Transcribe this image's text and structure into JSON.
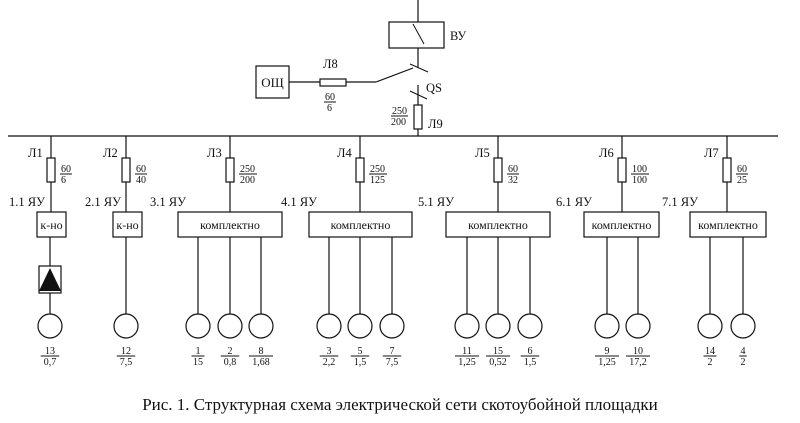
{
  "top": {
    "vu_label": "ВУ",
    "qs_label": "QS",
    "osch_label": "ОЩ",
    "l8_label": "Л8",
    "l8_fuse": {
      "top": "60",
      "bottom": "6"
    },
    "l9_label": "Л9",
    "l9_fuse": {
      "top": "250",
      "bottom": "200"
    }
  },
  "feeders": [
    {
      "line": "Л1",
      "fuse": {
        "top": "60",
        "bottom": "6"
      },
      "panel": "1.1 ЯУ",
      "box": "к-но",
      "loads": [
        {
          "top": "13",
          "bottom": "0,7"
        }
      ]
    },
    {
      "line": "Л2",
      "fuse": {
        "top": "60",
        "bottom": "40"
      },
      "panel": "2.1 ЯУ",
      "box": "к-но",
      "loads": [
        {
          "top": "12",
          "bottom": "7,5"
        }
      ]
    },
    {
      "line": "Л3",
      "fuse": {
        "top": "250",
        "bottom": "200"
      },
      "panel": "3.1 ЯУ",
      "box": "комплектно",
      "loads": [
        {
          "top": "1",
          "bottom": "15"
        },
        {
          "top": "2",
          "bottom": "0,8"
        },
        {
          "top": "8",
          "bottom": "1,68"
        }
      ]
    },
    {
      "line": "Л4",
      "fuse": {
        "top": "250",
        "bottom": "125"
      },
      "panel": "4.1 ЯУ",
      "box": "комплектно",
      "loads": [
        {
          "top": "3",
          "bottom": "2,2"
        },
        {
          "top": "5",
          "bottom": "1,5"
        },
        {
          "top": "7",
          "bottom": "7,5"
        }
      ]
    },
    {
      "line": "Л5",
      "fuse": {
        "top": "60",
        "bottom": "32"
      },
      "panel": "5.1 ЯУ",
      "box": "комплектно",
      "loads": [
        {
          "top": "11",
          "bottom": "1,25"
        },
        {
          "top": "15",
          "bottom": "0,52"
        },
        {
          "top": "6",
          "bottom": "1,5"
        }
      ]
    },
    {
      "line": "Л6",
      "fuse": {
        "top": "100",
        "bottom": "100"
      },
      "panel": "6.1 ЯУ",
      "box": "комплектно",
      "loads": [
        {
          "top": "9",
          "bottom": "1,25"
        },
        {
          "top": "10",
          "bottom": "17,2"
        }
      ]
    },
    {
      "line": "Л7",
      "fuse": {
        "top": "60",
        "bottom": "25"
      },
      "panel": "7.1 ЯУ",
      "box": "комплектно",
      "loads": [
        {
          "top": "14",
          "bottom": "2"
        },
        {
          "top": "4",
          "bottom": "2"
        }
      ]
    }
  ],
  "caption": "Рис. 1. Структурная схема электрической сети скотоубойной площадки"
}
